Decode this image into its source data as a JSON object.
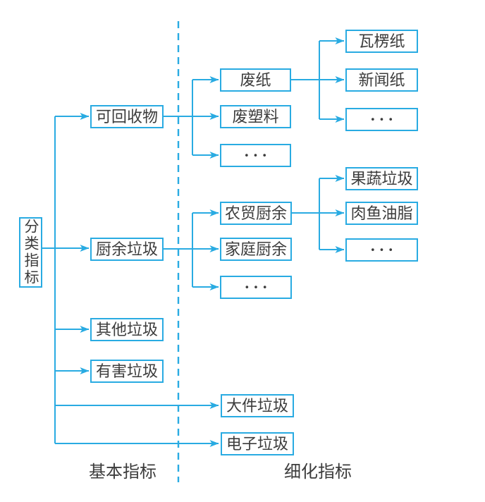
{
  "palette": {
    "line": "#29ABE2",
    "text": "#3C3C3C",
    "bg": "#FFFFFF"
  },
  "root": {
    "label": "分类指标"
  },
  "section_labels": {
    "basic": "基本指标",
    "refined": "细化指标"
  },
  "level1": {
    "recyclable": {
      "label": "可回收物"
    },
    "kitchen_waste": {
      "label": "厨余垃圾"
    },
    "other_waste": {
      "label": "其他垃圾"
    },
    "hazardous_waste": {
      "label": "有害垃圾"
    }
  },
  "level2": {
    "waste_paper": {
      "label": "废纸"
    },
    "waste_plastic": {
      "label": "废塑料"
    },
    "recyclable_ellipsis": {
      "label": "···"
    },
    "market_kitchen": {
      "label": "农贸厨余"
    },
    "household_kitchen": {
      "label": "家庭厨余"
    },
    "kitchen_ellipsis": {
      "label": "···"
    },
    "bulky_waste": {
      "label": "大件垃圾"
    },
    "electronic_waste": {
      "label": "电子垃圾"
    }
  },
  "level3": {
    "corrugated_paper": {
      "label": "瓦楞纸"
    },
    "newsprint": {
      "label": "新闻纸"
    },
    "paper_ellipsis": {
      "label": "···"
    },
    "fruit_vegetable": {
      "label": "果蔬垃圾"
    },
    "meat_fish_grease": {
      "label": "肉鱼油脂"
    },
    "market_ellipsis": {
      "label": "···"
    }
  }
}
